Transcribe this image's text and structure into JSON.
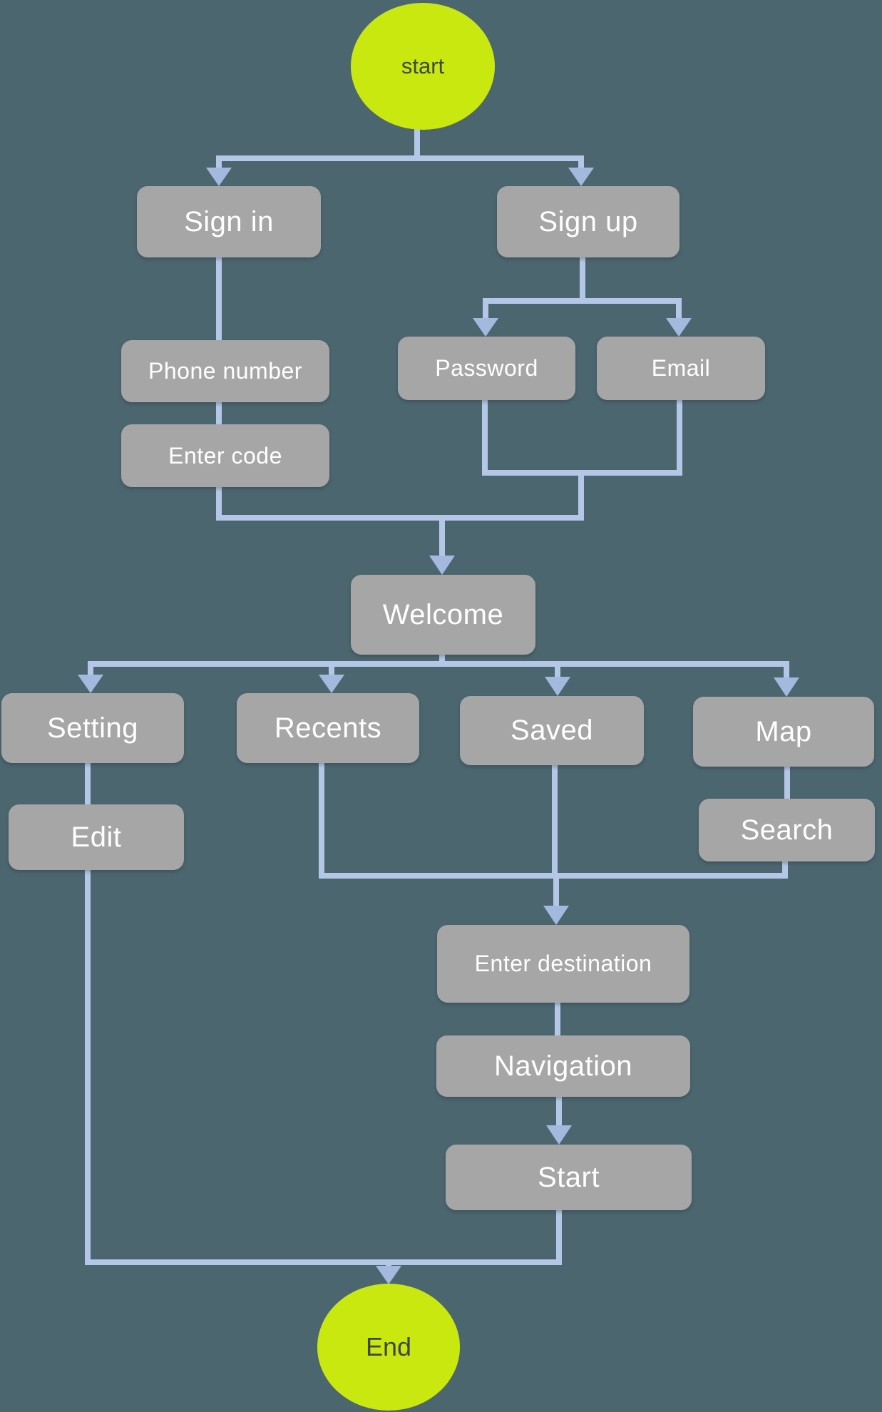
{
  "colors": {
    "background": "#4c6670",
    "node_fill": "#a6a6a6",
    "node_text": "#ffffff",
    "terminator_fill": "#c9e80f",
    "terminator_text": "#3e4747",
    "connector": "#b5c7e7",
    "arrowhead": "#a3bade"
  },
  "nodes": {
    "start": {
      "label": "start",
      "type": "terminator"
    },
    "sign_in": {
      "label": "Sign in",
      "type": "process"
    },
    "sign_up": {
      "label": "Sign up",
      "type": "process"
    },
    "phone_number": {
      "label": "Phone number",
      "type": "process"
    },
    "enter_code": {
      "label": "Enter code",
      "type": "process"
    },
    "password": {
      "label": "Password",
      "type": "process"
    },
    "email": {
      "label": "Email",
      "type": "process"
    },
    "welcome": {
      "label": "Welcome",
      "type": "process"
    },
    "setting": {
      "label": "Setting",
      "type": "process"
    },
    "recents": {
      "label": "Recents",
      "type": "process"
    },
    "saved": {
      "label": "Saved",
      "type": "process"
    },
    "map": {
      "label": "Map",
      "type": "process"
    },
    "edit": {
      "label": "Edit",
      "type": "process"
    },
    "search": {
      "label": "Search",
      "type": "process"
    },
    "enter_destination": {
      "label": "Enter destination",
      "type": "process"
    },
    "navigation": {
      "label": "Navigation",
      "type": "process"
    },
    "start_navigation": {
      "label": "Start",
      "type": "process"
    },
    "end": {
      "label": "End",
      "type": "terminator"
    }
  },
  "edges": [
    {
      "from": "start",
      "to": "sign_in",
      "arrow": true
    },
    {
      "from": "start",
      "to": "sign_up",
      "arrow": true
    },
    {
      "from": "sign_in",
      "to": "phone_number",
      "arrow": false
    },
    {
      "from": "phone_number",
      "to": "enter_code",
      "arrow": false
    },
    {
      "from": "sign_up",
      "to": "password",
      "arrow": true
    },
    {
      "from": "sign_up",
      "to": "email",
      "arrow": true
    },
    {
      "from": "enter_code",
      "to": "welcome",
      "arrow": true
    },
    {
      "from": "password",
      "to": "welcome",
      "arrow": true
    },
    {
      "from": "email",
      "to": "welcome",
      "arrow": true
    },
    {
      "from": "welcome",
      "to": "setting",
      "arrow": true
    },
    {
      "from": "welcome",
      "to": "recents",
      "arrow": true
    },
    {
      "from": "welcome",
      "to": "saved",
      "arrow": true
    },
    {
      "from": "welcome",
      "to": "map",
      "arrow": true
    },
    {
      "from": "setting",
      "to": "edit",
      "arrow": false
    },
    {
      "from": "map",
      "to": "search",
      "arrow": false
    },
    {
      "from": "recents",
      "to": "enter_destination",
      "arrow": true
    },
    {
      "from": "saved",
      "to": "enter_destination",
      "arrow": true
    },
    {
      "from": "search",
      "to": "enter_destination",
      "arrow": true
    },
    {
      "from": "enter_destination",
      "to": "navigation",
      "arrow": false
    },
    {
      "from": "navigation",
      "to": "start_navigation",
      "arrow": true
    },
    {
      "from": "start_navigation",
      "to": "end",
      "arrow": true
    },
    {
      "from": "edit",
      "to": "end",
      "arrow": true
    }
  ]
}
